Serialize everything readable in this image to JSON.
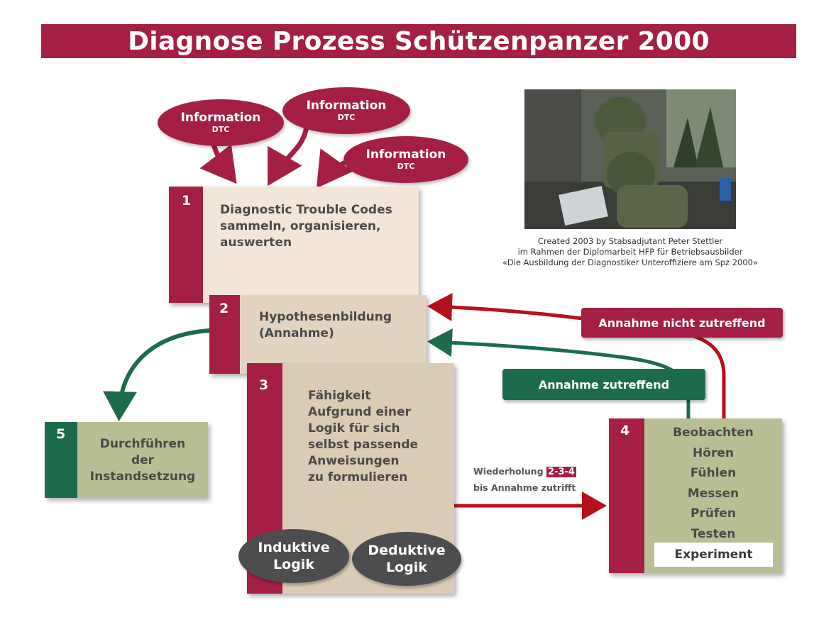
{
  "title": "Diagnose Prozess Schützenpanzer 2000",
  "colors": {
    "crimson": "#a51f45",
    "green": "#1d6b4d",
    "cream": "#f4e6d7",
    "tan": "#dccbb4",
    "olive": "#b9bf95",
    "dark_oval": "#4d4d4f",
    "arrow_red": "#b5111b"
  },
  "info_bubbles": [
    {
      "main": "Information",
      "sub": "DTC"
    },
    {
      "main": "Information",
      "sub": "DTC"
    },
    {
      "main": "Information",
      "sub": "DTC"
    }
  ],
  "steps": {
    "s1": {
      "number": "1",
      "lines": [
        "Diagnostic Trouble Codes",
        "sammeln, organisieren,",
        "auswerten"
      ]
    },
    "s2": {
      "number": "2",
      "lines": [
        "Hypothesenbildung",
        "(Annahme)"
      ]
    },
    "s3": {
      "number": "3",
      "lines": [
        "Fähigkeit",
        "Aufgrund einer",
        "Logik für sich",
        "selbst passende",
        "Anweisungen",
        "zu formulieren"
      ]
    },
    "s4": {
      "number": "4",
      "items": [
        "Beobachten",
        "Hören",
        "Fühlen",
        "Messen",
        "Prüfen",
        "Testen"
      ],
      "highlight": "Experiment"
    },
    "s5": {
      "number": "5",
      "lines": [
        "Durchführen",
        "der",
        "Instandsetzung"
      ]
    }
  },
  "logic": {
    "inductive": [
      "Induktive",
      "Logik"
    ],
    "deductive": [
      "Deduktive",
      "Logik"
    ]
  },
  "feedback": {
    "not_true": "Annahme nicht zutreffend",
    "true": "Annahme zutreffend"
  },
  "repeat": {
    "prefix": "Wiederholung",
    "badge": "2-3-4",
    "line2": "bis Annahme zutrifft"
  },
  "photo_caption": [
    "Created 2003 by Stabsadjutant Peter Stettler",
    "im Rahmen der Diplomarbeit HFP für Betriebsausbilder",
    "«Die Ausbildung der Diagnostiker Unteroffiziere am Spz 2000»"
  ]
}
